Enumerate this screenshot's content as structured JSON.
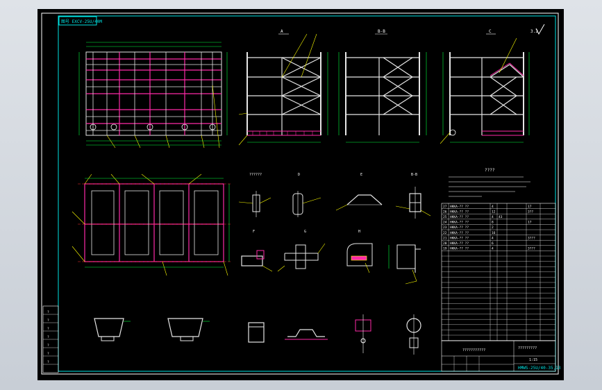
{
  "drawing": {
    "title_tag": "图号 EXCV-25U/40M",
    "title_block_code": "HMWS-25U/40-35,13",
    "title_block_note": "?????????",
    "title_block_name": "???????????",
    "title_block_scale": "1:15",
    "table_heading": "????",
    "section_labels": [
      "A",
      "B-B",
      "C",
      "D",
      "E",
      "F",
      "G",
      "H"
    ],
    "part_rows": [
      [
        "27",
        "HKKA-?? ??",
        "4",
        "",
        "17"
      ],
      [
        "26",
        "HKKA-?? ??",
        "12",
        "",
        "3??"
      ],
      [
        "25",
        "HKKA-?? ??",
        "4",
        "43",
        ""
      ],
      [
        "24",
        "HKKA-?? ??",
        "8",
        "",
        "17"
      ],
      [
        "23",
        "HKKA-?? ??",
        "2",
        "",
        ""
      ],
      [
        "22",
        "HKKA-?? ??",
        "16",
        "",
        ""
      ],
      [
        "21",
        "HKKA-?? ??",
        "4",
        "",
        "3???"
      ],
      [
        "20",
        "HKKA-?? ??",
        "6",
        "",
        ""
      ],
      [
        "19",
        "HKKA-?? ??",
        "4",
        "",
        "3???"
      ]
    ],
    "left_strip_rows": [
      "?",
      "?",
      "?",
      "?",
      "?",
      "?",
      "?"
    ]
  },
  "colors": {
    "sheet": "#000000",
    "border": "#ffffff",
    "frame": "#00e5e5",
    "main": "#ff2aa8",
    "dim": "#00ff3c",
    "note": "#ffffff",
    "leader": "#ffff00",
    "axis": "#ff3030",
    "member": "#e6e6e6"
  }
}
